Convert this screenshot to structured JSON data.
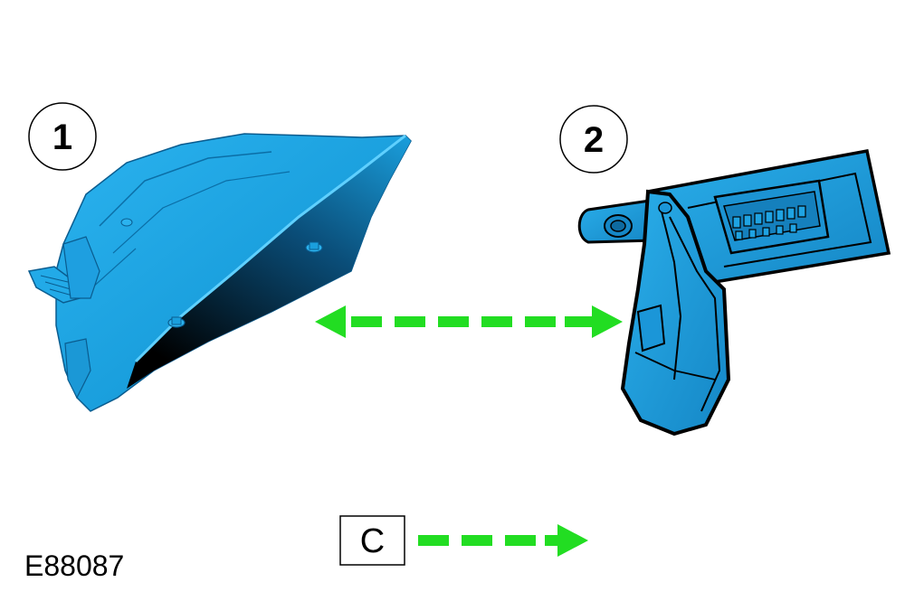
{
  "callouts": [
    {
      "label": "1"
    },
    {
      "label": "2"
    }
  ],
  "legend": {
    "label": "C"
  },
  "figure_id": "E88087",
  "colors": {
    "part_fill": "#1a9fdd",
    "part_shadow": "#000000",
    "arrow": "#22dd22",
    "outline": "#000000"
  },
  "icons": {
    "part1": "instrument-cluster-housing",
    "part2": "data-link-connector-bracket",
    "connection_arrow": "double-headed-dashed-arrow",
    "legend_arrow": "dashed-arrow"
  }
}
